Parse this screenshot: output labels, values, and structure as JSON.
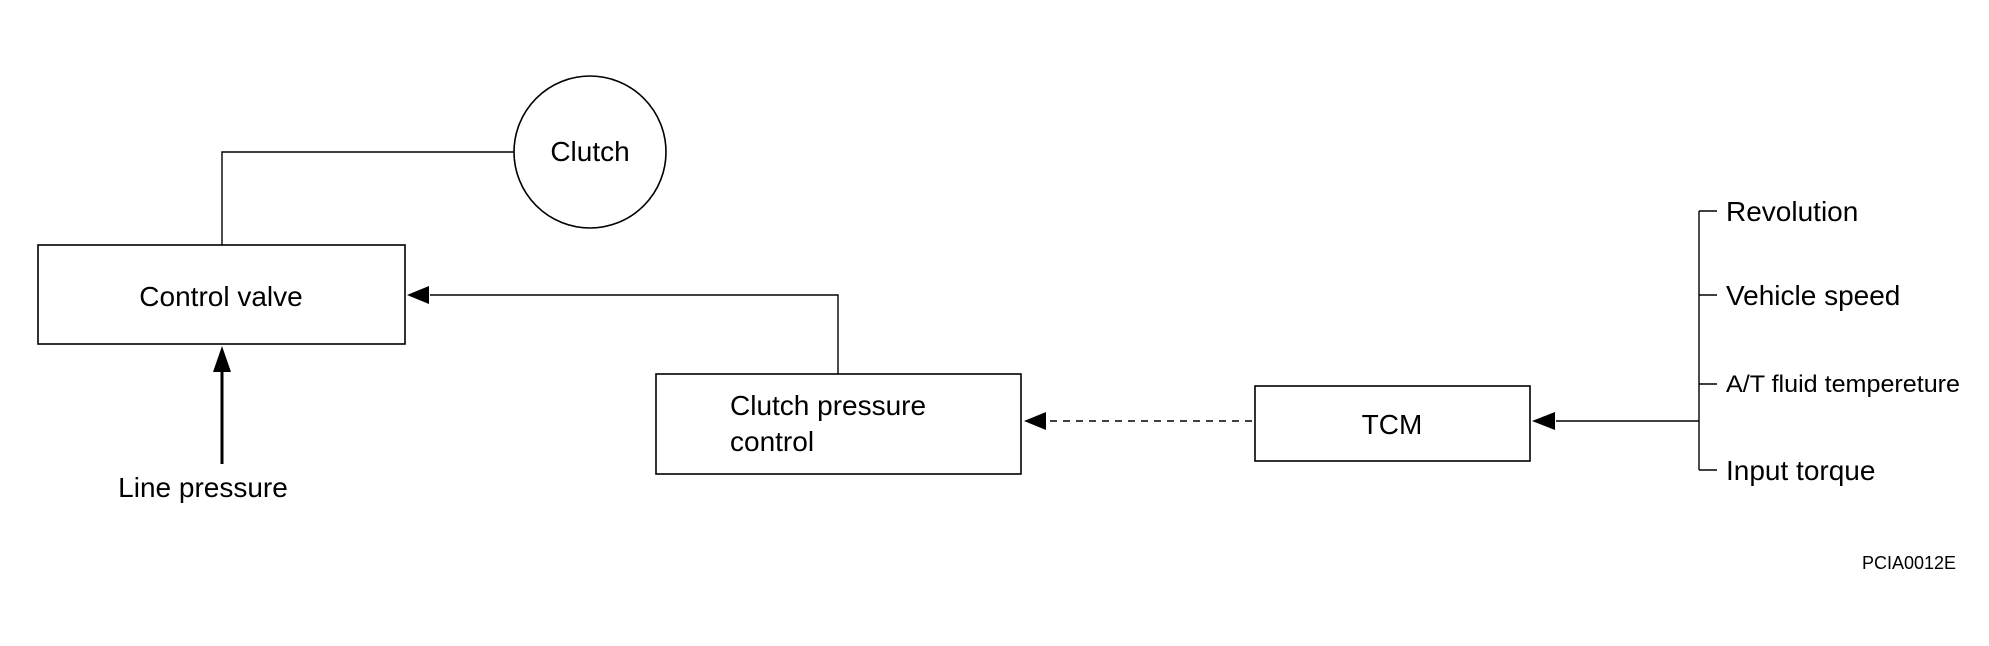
{
  "diagram": {
    "nodes": {
      "clutch": "Clutch",
      "control_valve": "Control valve",
      "clutch_pressure_control": [
        "Clutch pressure",
        "control"
      ],
      "tcm": "TCM",
      "line_pressure": "Line pressure"
    },
    "inputs": [
      "Revolution",
      "Vehicle speed",
      "A/T fluid tempereture",
      "Input torque"
    ],
    "figure_code": "PCIA0012E"
  }
}
